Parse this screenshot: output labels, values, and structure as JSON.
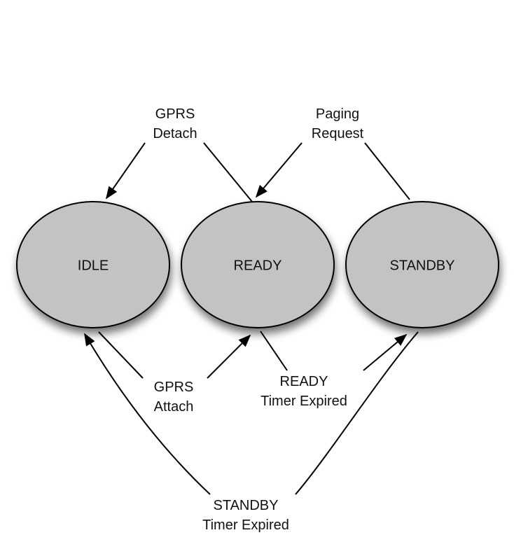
{
  "diagram": {
    "type": "state-machine",
    "states": [
      {
        "id": "idle",
        "label": "IDLE"
      },
      {
        "id": "ready",
        "label": "READY"
      },
      {
        "id": "standby",
        "label": "STANDBY"
      }
    ],
    "transitions": [
      {
        "id": "gprs-detach",
        "from": "ready",
        "to": "idle",
        "label_lines": [
          "GPRS",
          "Detach"
        ]
      },
      {
        "id": "paging-request",
        "from": "standby",
        "to": "ready",
        "label_lines": [
          "Paging",
          "Request"
        ]
      },
      {
        "id": "gprs-attach",
        "from": "idle",
        "to": "ready",
        "label_lines": [
          "GPRS",
          "Attach"
        ]
      },
      {
        "id": "ready-timer-expired",
        "from": "ready",
        "to": "standby",
        "label_lines": [
          "READY",
          "Timer Expired"
        ]
      },
      {
        "id": "standby-timer-expired",
        "from": "standby",
        "to": "idle",
        "label_lines": [
          "STANDBY",
          "Timer Expired"
        ]
      }
    ],
    "colors": {
      "state_fill": "#c3c3c3",
      "stroke": "#000000",
      "background": "#ffffff"
    }
  }
}
